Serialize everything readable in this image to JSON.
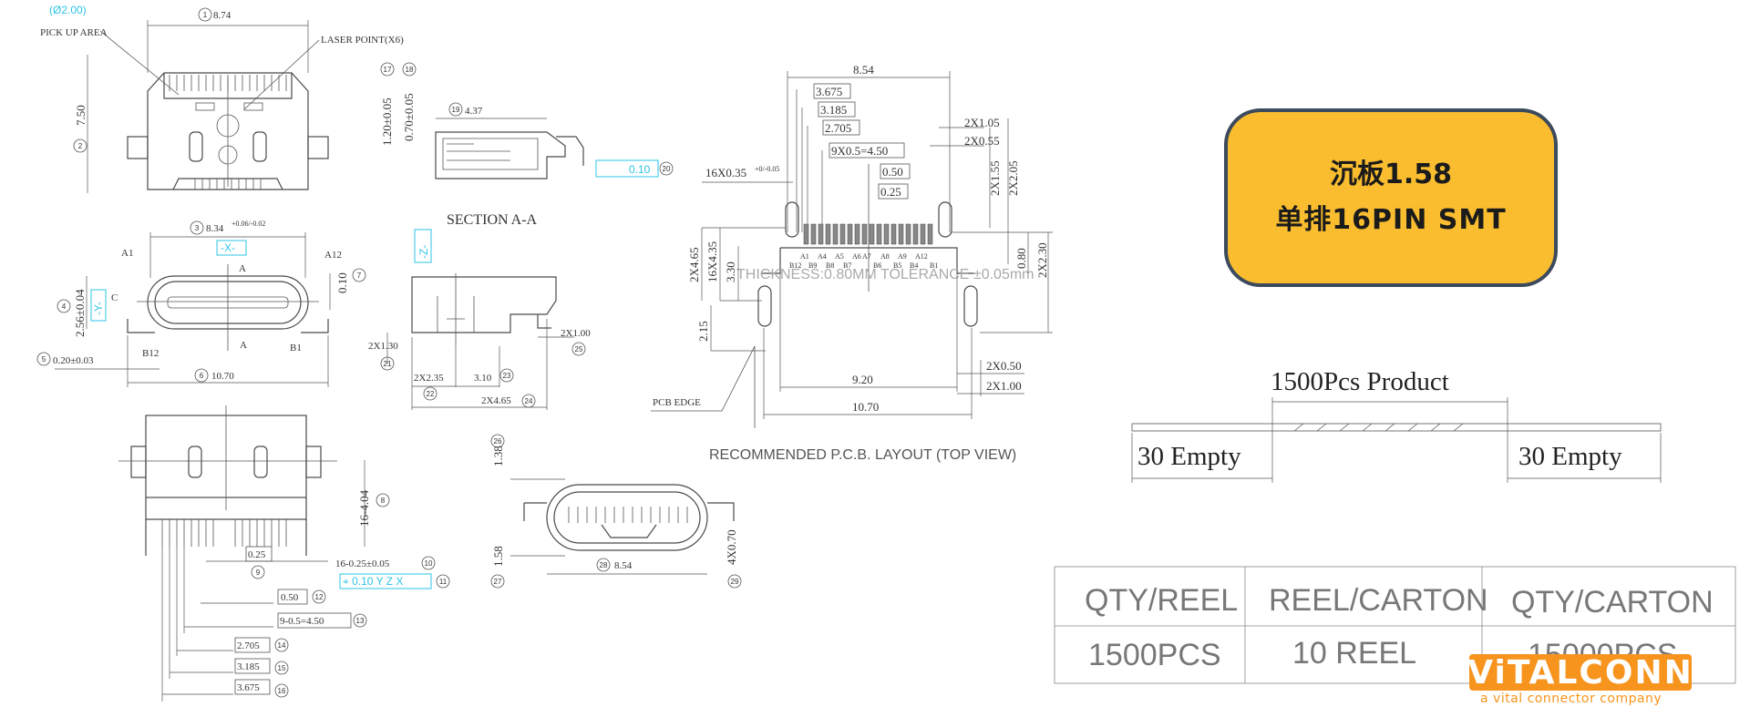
{
  "top_view": {
    "d1": "(Ø2.00)",
    "pick_up": "PICK UP AREA",
    "laser": "LASER POINT(X6)",
    "d_874": "8.74",
    "d_750": "7.50"
  },
  "front_view": {
    "d_834": "8.34",
    "tol_834": "+0.06/-0.02",
    "x_box": "-X-",
    "a1": "A1",
    "a12": "A12",
    "b12": "B12",
    "b1": "B1",
    "a_top": "A",
    "a_bot": "A",
    "cl": "C",
    "d_256": "2.56±0.04",
    "d_010": "0.10",
    "d_020": "0.20±0.03",
    "d_1070": "10.70",
    "y_box": "-Y-"
  },
  "bottom_view": {
    "d_1604": "16-4.04",
    "d_025": "0.25",
    "d_16x025": "16-0.25±0.05",
    "tol_frame": "⌖ 0.10 Y Z X",
    "d_050": "0.50",
    "d_9x05": "9-0.5=4.50",
    "d_2705": "2.705",
    "d_3185": "3.185",
    "d_3675": "3.675"
  },
  "section": {
    "d_437": "4.37",
    "d_120": "1.20±0.05",
    "d_070": "0.70±0.05",
    "flat": "0.10",
    "title": "SECTION A-A",
    "z_box": "-Z-",
    "d_2x130": "2X1.30",
    "d_2x235": "2X2.35",
    "d_310": "3.10",
    "d_2x465": "2X4.65",
    "d_2x100": "2X1.00"
  },
  "receptacle": {
    "d_138": "1.38",
    "d_158": "1.58",
    "d_854": "8.54",
    "d_4x070": "4X0.70"
  },
  "pcb_layout": {
    "d_854": "8.54",
    "d_3675": "3.675",
    "d_3185": "3.185",
    "d_2705": "2.705",
    "d_9x05": "9X0.5=4.50",
    "d_050": "0.50",
    "d_025": "0.25",
    "d_16x035": "16X0.35",
    "tol_035": "+0/-0.05",
    "d_2x105": "2X1.05",
    "d_2x055": "2X0.55",
    "d_2x155": "2X1.55",
    "d_2x205": "2X2.05",
    "d_2x465": "2X4.65",
    "d_16x435": "16X4.35",
    "d_330": "3.30",
    "d_215": "2.15",
    "d_080": "0.80",
    "d_2x230": "2X2.30",
    "thickness": "THICKNESS:0.80MM  TOLERANCE  ±0.05mm",
    "pins": [
      "A1",
      "A4",
      "A5",
      "A6",
      "A7",
      "A8",
      "A9",
      "A12",
      "B12",
      "B9",
      "B8",
      "B7",
      "B6",
      "B5",
      "B4",
      "B1"
    ],
    "d_920": "9.20",
    "d_1070": "10.70",
    "d_2x050": "2X0.50",
    "d_2x100": "2X1.00",
    "pcb_edge": "PCB EDGE",
    "caption": "RECOMMENDED  P.C.B. LAYOUT (TOP VIEW)"
  },
  "badge": {
    "line1": "沉板1.58",
    "line2": "单排16PIN  SMT"
  },
  "reel": {
    "product": "1500Pcs Product",
    "empty_left": "30 Empty",
    "empty_right": "30 Empty"
  },
  "table": {
    "headers": [
      "QTY/REEL",
      "REEL/CARTON",
      "QTY/CARTON"
    ],
    "row": [
      "1500PCS",
      "10 REEL",
      "15000PCS"
    ]
  },
  "logo": {
    "name": "ViTALCONN",
    "tagline": "a vital connector company"
  },
  "callouts": [
    "1",
    "2",
    "3",
    "4",
    "5",
    "6",
    "7",
    "8",
    "9",
    "10",
    "11",
    "12",
    "13",
    "14",
    "15",
    "16",
    "17",
    "18",
    "19",
    "20",
    "21",
    "22",
    "23",
    "24",
    "25",
    "26",
    "27",
    "28",
    "29"
  ],
  "colors": {
    "badge_fill": "#f9bd2f",
    "badge_border": "#3b4a5c",
    "logo_orange": "#f7941d",
    "cyan": "#2ec4e6"
  }
}
